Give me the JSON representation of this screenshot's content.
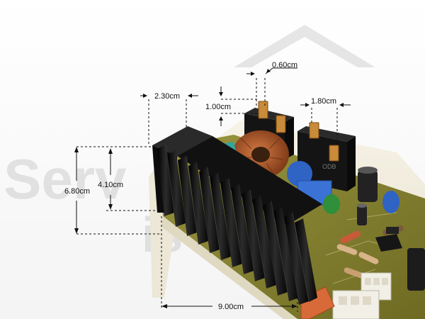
{
  "dimensions": {
    "heatsink_width": "2.30cm",
    "terminal_width": "0.60cm",
    "terminal_height": "1.00cm",
    "connector_spacing": "1.80cm",
    "fin_height": "4.10cm",
    "total_height": "6.80cm",
    "board_length": "9.00cm"
  },
  "colors": {
    "background": "#ffffff",
    "pcb": "#8a8630",
    "heatsink": "#1a1a1a",
    "coil": "#b5592a",
    "capacitor_blue": "#2f63c4",
    "dim_line": "#111111"
  }
}
